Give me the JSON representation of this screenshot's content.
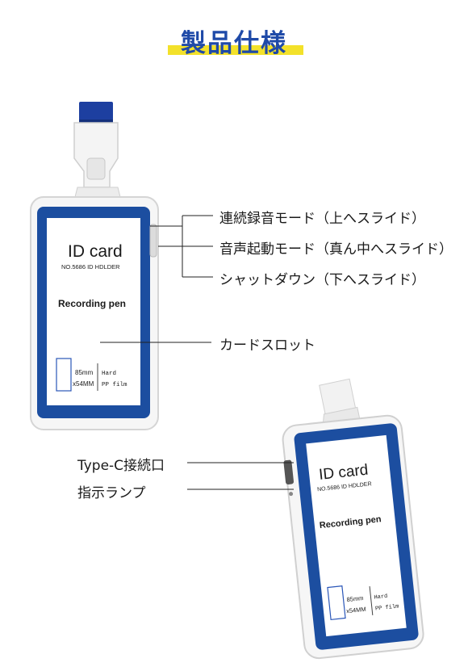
{
  "title": "製品仕様",
  "card": {
    "heading": "ID card",
    "model": "NO.5686  ID HDLDER",
    "product": "Recording pen",
    "size_w": "85mm",
    "size_h": "x54MM",
    "spec_1": "Hard",
    "spec_2": "PP film"
  },
  "labels": {
    "mode_continuous": "連続録音モード（上へスライド）",
    "mode_voice": "音声起動モード（真ん中へスライド）",
    "shutdown": "シャットダウン（下へスライド）",
    "card_slot": "カードスロット",
    "typec_port": "Type-C接続口",
    "indicator_lamp": "指示ランプ"
  },
  "colors": {
    "accent_blue": "#1f4aa8",
    "frame_blue": "#1c4ea0",
    "band_yellow": "#f3e12a"
  }
}
